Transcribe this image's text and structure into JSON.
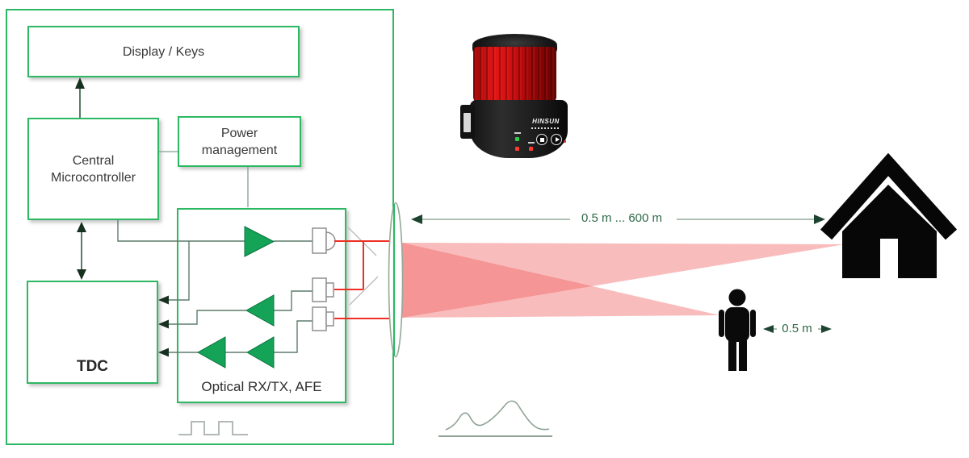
{
  "system_diagram": {
    "blocks": {
      "display_keys": "Display / Keys",
      "central_microcontroller": "Central Microcontroller",
      "power_management": "Power management",
      "tdc": "TDC",
      "optical_afe": "Optical RX/TX, AFE"
    }
  },
  "annotations": {
    "range_label": "0.5 m ... 600 m",
    "person_distance_label": "0.5 m"
  },
  "beacon": {
    "brand_label": "HINSUN"
  },
  "colors": {
    "box_border_green": "#2db863",
    "amplifier_green": "#14a357",
    "laser_red": "#ee2f23",
    "beam_pink": "rgba(241,96,96,0.42)",
    "annotation_green": "#2f6848",
    "connector_green": "#6b8876",
    "arrow_dark_green": "#16301f",
    "text_dark": "#3a3a3a"
  },
  "icons": {
    "house": "house-icon",
    "person": "person-icon",
    "lens": "lens-icon",
    "beacon": "red-warning-beacon",
    "tx_pulse": "pulse-waveform-icon",
    "rx_echo": "echo-waveform-icon"
  }
}
